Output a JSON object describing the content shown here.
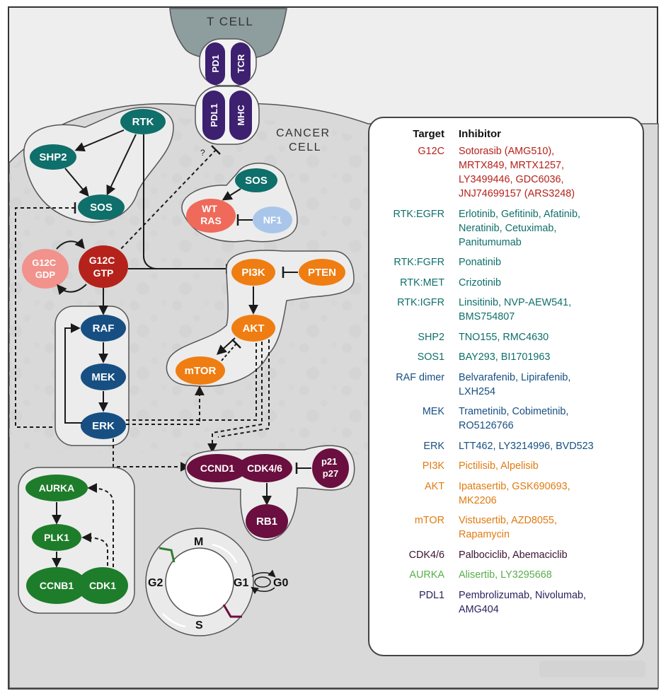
{
  "cells": {
    "t_cell": "T CELL",
    "cancer_cell_line1": "CANCER",
    "cancer_cell_line2": "CELL"
  },
  "nodes": {
    "pd1": "PD1",
    "tcr": "TCR",
    "pdl1": "PDL1",
    "mhc": "MHC",
    "rtk": "RTK",
    "shp2": "SHP2",
    "sos": "SOS",
    "sos2": "SOS",
    "wt": "WT",
    "ras": "RAS",
    "nf1": "NF1",
    "g12c_gdp_1": "G12C",
    "g12c_gdp_2": "GDP",
    "g12c_gtp_1": "G12C",
    "g12c_gtp_2": "GTP",
    "raf": "RAF",
    "mek": "MEK",
    "erk": "ERK",
    "pi3k": "PI3K",
    "pten": "PTEN",
    "akt": "AKT",
    "mtor": "mTOR",
    "ccnd1": "CCND1",
    "cdk46": "CDK4/6",
    "p21": "p21",
    "p27": "p27",
    "rb1": "RB1",
    "aurka": "AURKA",
    "plk1": "PLK1",
    "ccnb1": "CCNB1",
    "cdk1": "CDK1",
    "question": "?"
  },
  "cell_cycle": {
    "m": "M",
    "g2": "G2",
    "s": "S",
    "g1": "G1",
    "g0": "G0"
  },
  "colors": {
    "teal": "#0f6f6a",
    "purple": "#3d2070",
    "red": "#b5221b",
    "orange": "#ef7d12",
    "navy": "#174f82",
    "maroon": "#6a0f3f",
    "green": "#1e7d2a",
    "lightgreen": "#58ad4c",
    "salmon": "#ef6a5a",
    "pink": "#f1928c",
    "lightblue": "#a9c6ea"
  },
  "legend": {
    "header_target": "Target",
    "header_inhibitor": "Inhibitor",
    "rows": [
      {
        "target": "G12C",
        "inhibitor": "Sotorasib (AMG510),\nMRTX849, MRTX1257,\nLY3499446, GDC6036,\nJNJ74699157 (ARS3248)",
        "color": "#b5221b"
      },
      {
        "target": "RTK:EGFR",
        "inhibitor": "Erlotinib, Gefitinib, Afatinib,\nNeratinib, Cetuximab,\nPanitumumab",
        "color": "#0f6f6a"
      },
      {
        "target": "RTK:FGFR",
        "inhibitor": "Ponatinib",
        "color": "#0f6f6a"
      },
      {
        "target": "RTK:MET",
        "inhibitor": "Crizotinib",
        "color": "#0f6f6a"
      },
      {
        "target": "RTK:IGFR",
        "inhibitor": "Linsitinib, NVP-AEW541,\nBMS754807",
        "color": "#0f6f6a"
      },
      {
        "target": "SHP2",
        "inhibitor": "TNO155, RMC4630",
        "color": "#0f6f6a"
      },
      {
        "target": "SOS1",
        "inhibitor": "BAY293, BI1701963",
        "color": "#0f6f6a"
      },
      {
        "target": "RAF dimer",
        "inhibitor": "Belvarafenib, Lipirafenib,\nLXH254",
        "color": "#174f82"
      },
      {
        "target": "MEK",
        "inhibitor": "Trametinib, Cobimetinib,\nRO5126766",
        "color": "#174f82"
      },
      {
        "target": "ERK",
        "inhibitor": "LTT462, LY3214996, BVD523",
        "color": "#174f82"
      },
      {
        "target": "PI3K",
        "inhibitor": "Pictilisib, Alpelisib",
        "color": "#e07b12"
      },
      {
        "target": "AKT",
        "inhibitor": "Ipatasertib, GSK690693,\nMK2206",
        "color": "#e07b12"
      },
      {
        "target": "mTOR",
        "inhibitor": "Vistusertib, AZD8055,\nRapamycin",
        "color": "#e07b12"
      },
      {
        "target": "CDK4/6",
        "inhibitor": "Palbociclib, Abemaciclib",
        "color": "#3b1233"
      },
      {
        "target": "AURKA",
        "inhibitor": "Alisertib, LY3295668",
        "color": "#58ad4c"
      },
      {
        "target": "PDL1",
        "inhibitor": "Pembrolizumab, Nivolumab,\nAMG404",
        "color": "#2a1f5c"
      }
    ]
  }
}
